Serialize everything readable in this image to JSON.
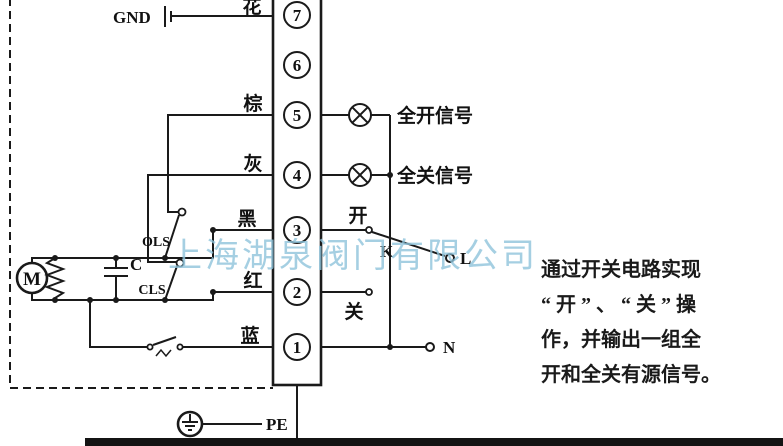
{
  "diagram": {
    "gnd_label": "GND",
    "wire_labels": {
      "t7": "花",
      "t5": "棕",
      "t4": "灰",
      "t3": "黑",
      "t2": "红",
      "t1": "蓝"
    },
    "terminals": [
      "7",
      "6",
      "5",
      "4",
      "3",
      "2",
      "1"
    ],
    "limit_switches": {
      "ols": "OLS",
      "cls": "CLS"
    },
    "capacitor_label": "C",
    "motor_label": "M",
    "switch": {
      "open_label": "开",
      "k_label": "K",
      "l_label": "L",
      "close_label": "关"
    },
    "signals": {
      "open": "全开信号",
      "close": "全关信号"
    },
    "neutral_label": "N",
    "pe_label": "PE"
  },
  "watermark": "上海湖泉阀门有限公司",
  "description_panel": {
    "lines": [
      "通过开关电路实现",
      "“开”、“关”操",
      "作，并输出一组全",
      "开和全关有源信号。"
    ]
  },
  "colors": {
    "line": "#1a1a1a",
    "watermark": "#8fc4dc",
    "text": "#111111"
  }
}
